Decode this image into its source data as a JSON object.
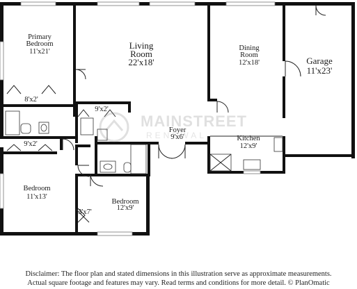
{
  "rooms": {
    "primary_bedroom": {
      "name_line1": "Primary",
      "name_line2": "Bedroom",
      "dims": "11'x21'"
    },
    "closet_primary": {
      "dims": "8'x2'"
    },
    "closet_hall": {
      "dims": "9'x2'"
    },
    "bedroom_1": {
      "name": "Bedroom",
      "dims": "11'x13'"
    },
    "closet_bedroom2": {
      "dims": "3'x7'"
    },
    "bedroom_2": {
      "name": "Bedroom",
      "dims": "12'x9'"
    },
    "laundry": {
      "dims": "9'x2'"
    },
    "living_room": {
      "name": "Living Room",
      "name_line1": "Living",
      "name_line2": "Room",
      "dims": "22'x18'"
    },
    "foyer": {
      "name": "Foyer",
      "dims": "9'x6'"
    },
    "dining_room": {
      "name_line1": "Dining",
      "name_line2": "Room",
      "dims": "12'x18'"
    },
    "kitchen": {
      "name": "Kitchen",
      "dims": "12'x9'"
    },
    "garage": {
      "name": "Garage",
      "dims": "11'x23'"
    }
  },
  "watermark": {
    "text": "MAINSTREET",
    "subtext": "RENEWAL"
  },
  "disclaimer": {
    "line1": "Disclaimer: The floor plan and stated dimensions in this illustration serve as approximate measurements.",
    "line2": "Actual square footage and features may vary. Read terms and conditions for more detail. © PlanOmatic"
  }
}
